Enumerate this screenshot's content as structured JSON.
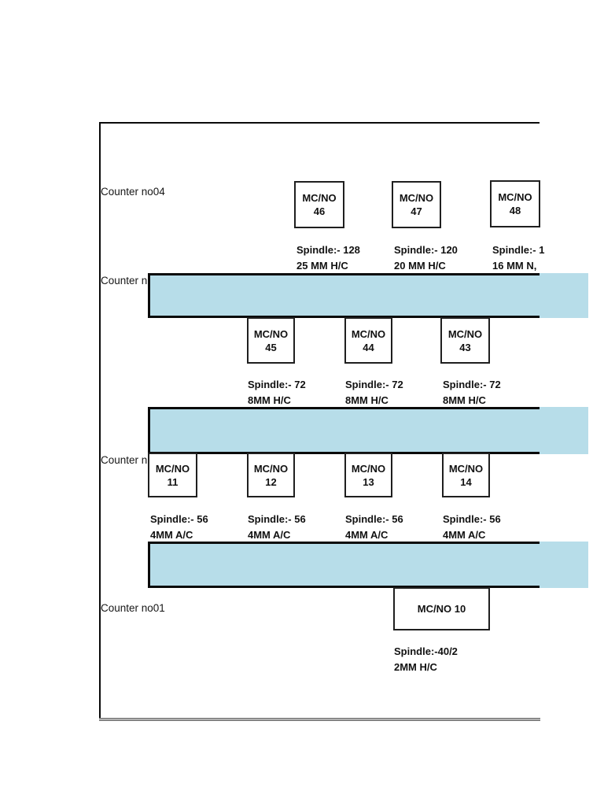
{
  "colors": {
    "belt_fill": "#b7dde9",
    "line_black": "#0a0a0a",
    "page_edge_gray": "#8c8c8c",
    "page_background": "#ffffff"
  },
  "counters": {
    "c4": "Counter no04",
    "c3": "Counter n",
    "c2": "Counter n",
    "c1": "Counter no01"
  },
  "machines": [
    {
      "line1": "MC/NO",
      "line2": "46",
      "spindle": "Spindle:- 128",
      "gauge": "25 MM H/C"
    },
    {
      "line1": "MC/NO",
      "line2": "47",
      "spindle": "Spindle:- 120",
      "gauge": "20 MM H/C"
    },
    {
      "line1": "MC/NO",
      "line2": "48",
      "spindle": "Spindle:- 1",
      "gauge": "16 MM N,"
    },
    {
      "line1": "MC/NO",
      "line2": "45",
      "spindle": "Spindle:- 72",
      "gauge": "8MM H/C"
    },
    {
      "line1": "MC/NO",
      "line2": "44",
      "spindle": "Spindle:- 72",
      "gauge": "8MM H/C"
    },
    {
      "line1": "MC/NO",
      "line2": "43",
      "spindle": "Spindle:- 72",
      "gauge": "8MM H/C"
    },
    {
      "line1": "MC/NO",
      "line2": "11",
      "spindle": "Spindle:- 56",
      "gauge": "4MM A/C"
    },
    {
      "line1": "MC/NO",
      "line2": "12",
      "spindle": "Spindle:- 56",
      "gauge": "4MM A/C"
    },
    {
      "line1": "MC/NO",
      "line2": "13",
      "spindle": "Spindle:- 56",
      "gauge": "4MM A/C"
    },
    {
      "line1": "MC/NO",
      "line2": "14",
      "spindle": "Spindle:- 56",
      "gauge": "4MM A/C"
    },
    {
      "line1": "MC/NO 10",
      "spindle": "Spindle:-40/2",
      "gauge": "2MM H/C"
    }
  ]
}
